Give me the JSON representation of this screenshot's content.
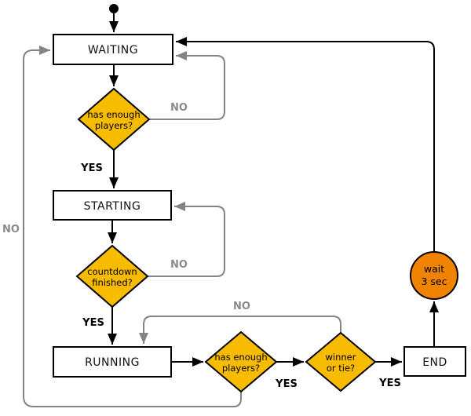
{
  "colors": {
    "decision_fill": "#F7BB00",
    "delay_fill": "#F08300",
    "state_fill": "#FFFFFF",
    "edge_black": "#000000",
    "edge_gray": "#848484",
    "no_label_color": "#8A8A8A",
    "yes_label_color": "#000000"
  },
  "states": {
    "waiting": "WAITING",
    "starting": "STARTING",
    "running": "RUNNING",
    "end": "END"
  },
  "decisions": {
    "has_enough_players_1": {
      "line1": "has enough",
      "line2": "players?"
    },
    "countdown_finished": {
      "line1": "countdown",
      "line2": "finished?"
    },
    "has_enough_players_2": {
      "line1": "has enough",
      "line2": "players?"
    },
    "winner_or_tie": {
      "line1": "winner",
      "line2": "or tie?"
    }
  },
  "delay_node": {
    "line1": "wait",
    "line2": "3 sec"
  },
  "edge_labels": {
    "yes_waiting_players": "YES",
    "no_waiting_players": "NO",
    "yes_countdown": "YES",
    "no_countdown": "NO",
    "yes_running_players": "YES",
    "no_running_players": "NO",
    "yes_winner": "YES",
    "no_winner": "NO"
  }
}
